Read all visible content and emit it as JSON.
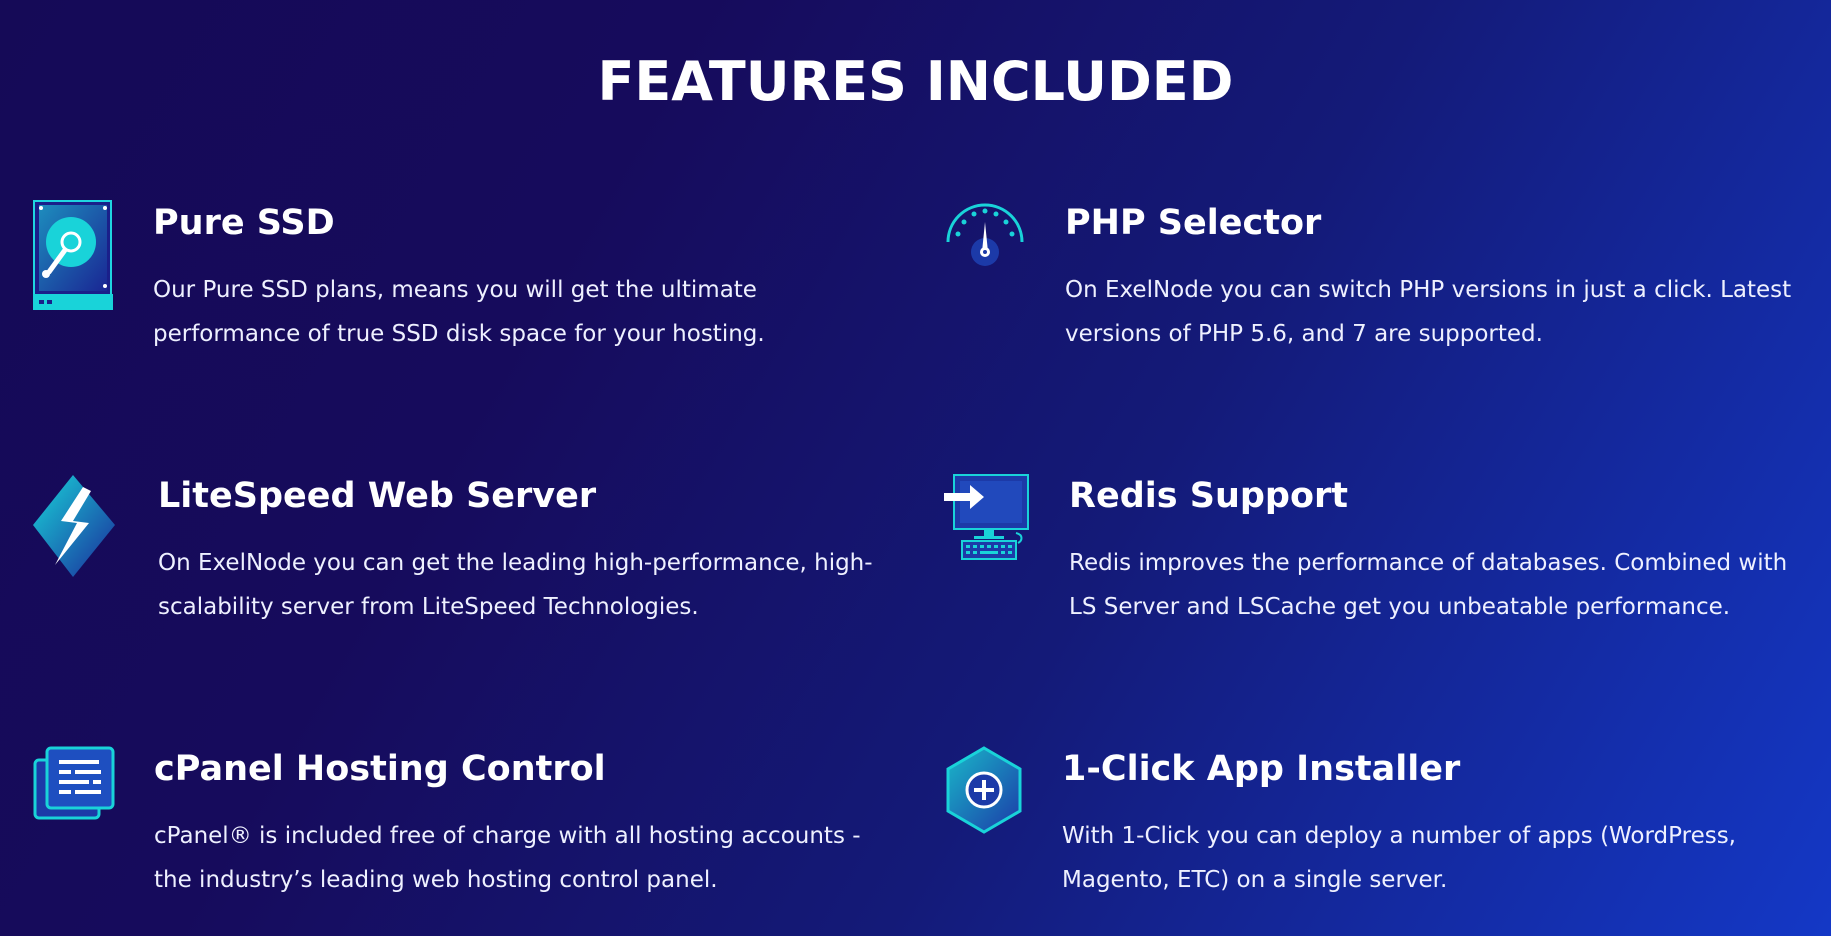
{
  "page": {
    "title": "FEATURES INCLUDED"
  },
  "colors": {
    "accent": "#19d3d9",
    "background_start": "#150a57",
    "background_end": "#1438c6"
  },
  "features": [
    {
      "icon": "ssd-drive-icon",
      "title": "Pure SSD",
      "desc_line1": "Our Pure SSD plans, means you will get the ultimate",
      "desc_line2": "performance of true SSD disk space for your hosting."
    },
    {
      "icon": "speedometer-icon",
      "title": "PHP Selector",
      "desc_line1": "On ExelNode you can switch PHP versions in just a click. Latest",
      "desc_line2": "versions of PHP 5.6, and 7 are supported."
    },
    {
      "icon": "lightning-bolt-icon",
      "title": "LiteSpeed Web Server",
      "desc_line1": "On ExelNode you can get the leading high-performance, high-",
      "desc_line2": "scalability server from LiteSpeed Technologies."
    },
    {
      "icon": "computer-arrow-icon",
      "title": "Redis Support",
      "desc_line1": "Redis improves the performance of databases. Combined with",
      "desc_line2": "LS Server and LSCache get you unbeatable performance."
    },
    {
      "icon": "control-panel-icon",
      "title": "cPanel Hosting Control",
      "desc_line1": "cPanel® is included free of charge with all hosting accounts -",
      "desc_line2": "the industry’s leading web hosting control panel."
    },
    {
      "icon": "hexagon-plus-icon",
      "title": "1-Click App Installer",
      "desc_line1": "With 1-Click you can deploy a number of apps (WordPress,",
      "desc_line2": "Magento, ETC) on a single server."
    }
  ]
}
